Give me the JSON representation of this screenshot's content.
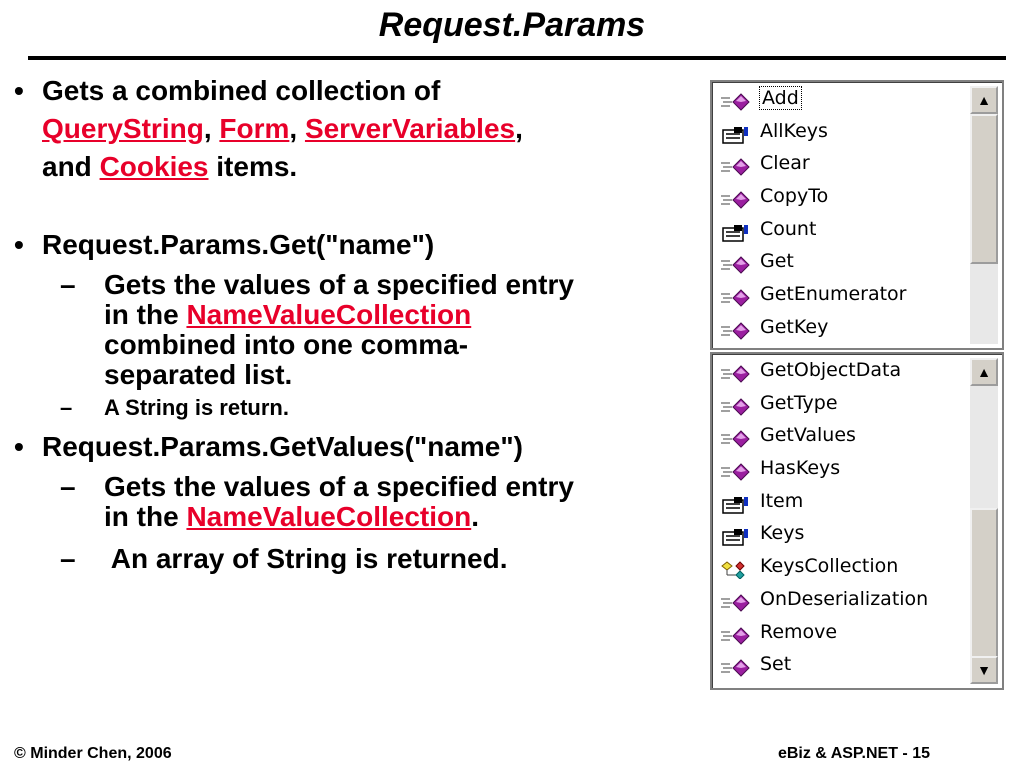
{
  "slide": {
    "title": "Request.Params",
    "footer_left": "© Minder Chen, 2006",
    "footer_right": "eBiz & ASP.NET - 15"
  },
  "bullets": {
    "b1": {
      "t1": "Gets a combined collection of",
      "link1": "QueryString",
      "sep1": ", ",
      "link2": "Form",
      "sep2": ", ",
      "link3": "ServerVariables",
      "sep3": ",",
      "t2": "and ",
      "link4": "Cookies",
      "t3": " items."
    },
    "b2": {
      "text": "Request.Params.Get(\"name\")",
      "s1_a": "Gets the values of a specified entry",
      "s1_b": "in the ",
      "s1_link": "NameValueCollection",
      "s1_c": "combined into one comma-",
      "s1_d": "separated list.",
      "s2": "A String is return."
    },
    "b3": {
      "text": "Request.Params.GetValues(\"name\")",
      "s1_a": "Gets the values of a specified entry",
      "s1_b": "in the ",
      "s1_link": "NameValueCollection",
      "s1_c": ".",
      "s2": " An array of String is returned."
    },
    "bullet_char": "•",
    "dash_char": "–"
  },
  "listbox_top": {
    "items": [
      {
        "label": "Add",
        "icon": "method-icon",
        "selected": true
      },
      {
        "label": "AllKeys",
        "icon": "property-icon"
      },
      {
        "label": "Clear",
        "icon": "method-icon"
      },
      {
        "label": "CopyTo",
        "icon": "method-icon"
      },
      {
        "label": "Count",
        "icon": "property-icon"
      },
      {
        "label": "Get",
        "icon": "method-icon"
      },
      {
        "label": "GetEnumerator",
        "icon": "method-icon"
      },
      {
        "label": "GetKey",
        "icon": "method-icon"
      }
    ]
  },
  "listbox_bottom": {
    "items": [
      {
        "label": "GetObjectData",
        "icon": "method-icon"
      },
      {
        "label": "GetType",
        "icon": "method-icon"
      },
      {
        "label": "GetValues",
        "icon": "method-icon"
      },
      {
        "label": "HasKeys",
        "icon": "method-icon"
      },
      {
        "label": "Item",
        "icon": "property-icon"
      },
      {
        "label": "Keys",
        "icon": "property-icon"
      },
      {
        "label": "KeysCollection",
        "icon": "class-icon"
      },
      {
        "label": "OnDeserialization",
        "icon": "method-icon"
      },
      {
        "label": "Remove",
        "icon": "method-icon"
      },
      {
        "label": "Set",
        "icon": "method-icon"
      }
    ]
  },
  "colors": {
    "link": "#e8002a",
    "method_icon": "#9b1fa0"
  }
}
